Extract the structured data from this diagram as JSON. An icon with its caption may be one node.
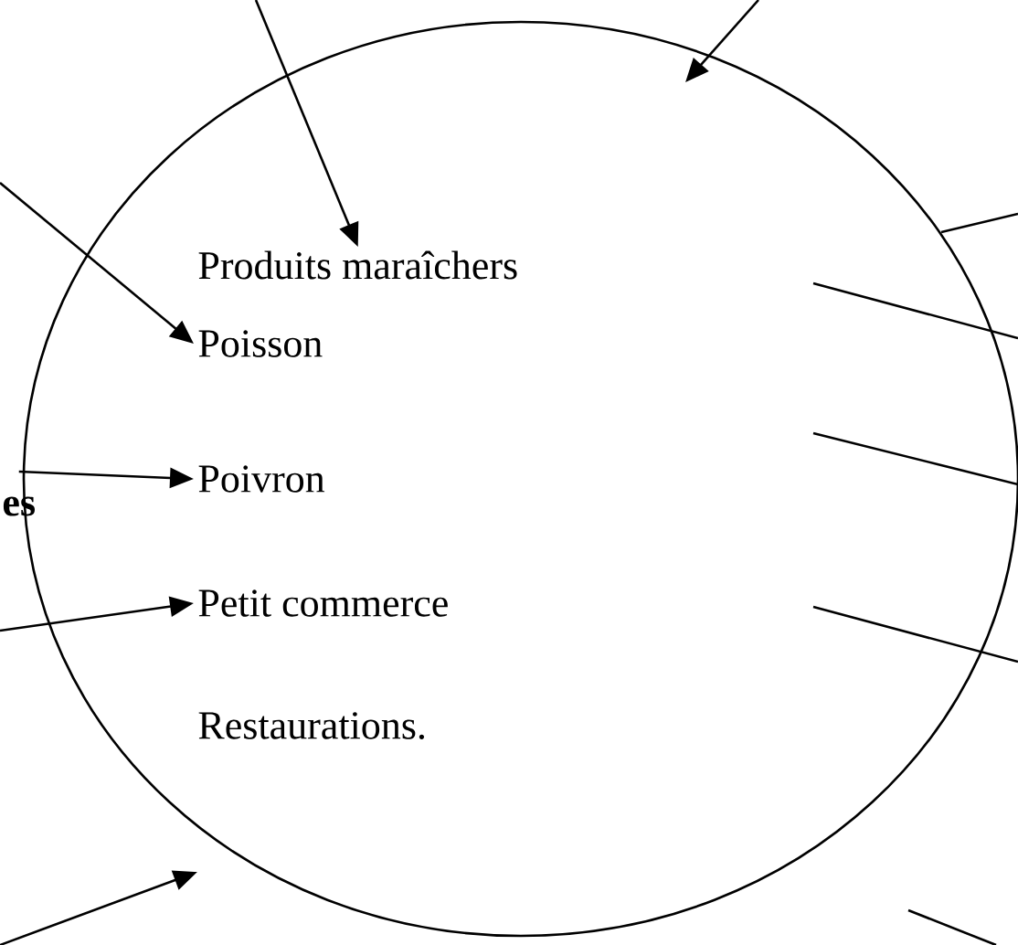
{
  "diagram": {
    "nodes": [
      {
        "text": [],
        "shape": "circle"
      },
      {
        "text": [
          "Produits maraîchers"
        ],
        "in": 0
      },
      {
        "text": [
          "Poisson"
        ],
        "in": 0
      },
      {
        "text": [
          "Poivron"
        ],
        "in": 0
      },
      {
        "text": [
          "Petit commerce"
        ],
        "in": 0
      },
      {
        "text": [
          "Restaurations."
        ],
        "in": 0
      },
      {
        "text": [
          "es"
        ]
      }
    ],
    "edges": [
      {
        "from": null,
        "to": 1,
        "arrow": "to"
      },
      {
        "from": null,
        "to": 0,
        "arrow": "to"
      },
      {
        "from": null,
        "to": 2,
        "arrow": "to"
      },
      {
        "from": 6,
        "to": 3,
        "arrow": "to"
      },
      {
        "from": null,
        "to": 4,
        "arrow": "to"
      },
      {
        "from": null,
        "to": 0,
        "arrow": "to"
      },
      {
        "from": 0,
        "to": null,
        "arrow": "none"
      },
      {
        "from": 0,
        "to": null,
        "arrow": "none"
      },
      {
        "from": 0,
        "to": null,
        "arrow": "none"
      },
      {
        "from": 0,
        "to": null,
        "arrow": "none"
      }
    ]
  }
}
